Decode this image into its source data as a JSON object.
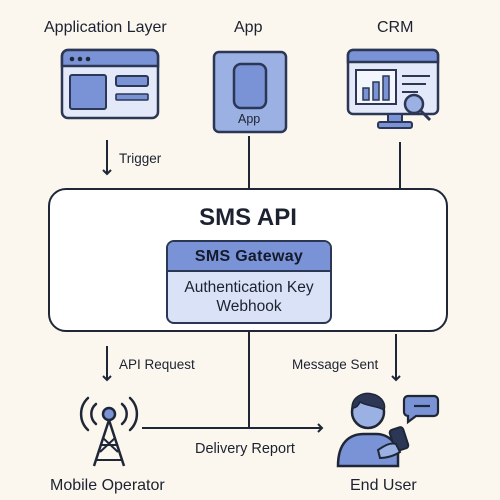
{
  "top_nodes": {
    "application_layer": "Application Layer",
    "app": "App",
    "app_screen_text": "App",
    "crm": "CRM"
  },
  "api": {
    "title": "SMS API",
    "gateway": {
      "title": "SMS Gateway",
      "lines": [
        "Authentication Key",
        "Webhook"
      ]
    }
  },
  "edges": {
    "trigger": "Trigger",
    "api_request": "API Request",
    "message_sent": "Message Sent",
    "delivery_report": "Delivery Report"
  },
  "bottom_nodes": {
    "mobile_operator": "Mobile Operator",
    "end_user": "End User"
  },
  "colors": {
    "accent": "#7a93d6",
    "accent_light": "#d9e2f7",
    "stroke": "#1f2737",
    "background": "#fbf6ee"
  }
}
